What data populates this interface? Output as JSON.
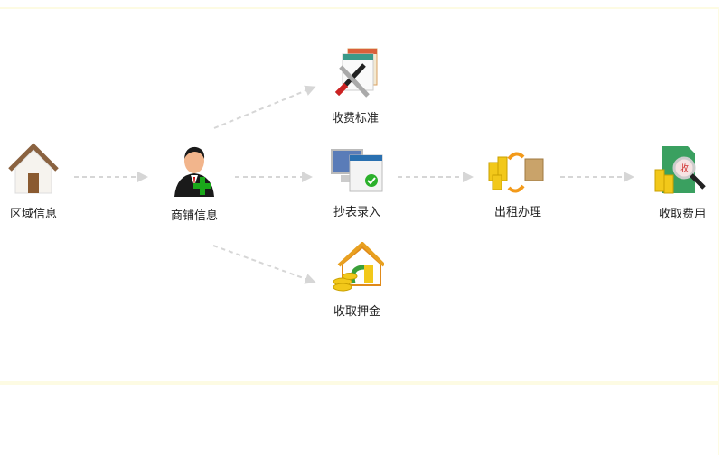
{
  "flow": {
    "nodes": [
      {
        "id": "area",
        "label": "区域信息",
        "icon": "house-icon"
      },
      {
        "id": "shop",
        "label": "商铺信息",
        "icon": "user-add-icon"
      },
      {
        "id": "fee-standard",
        "label": "收费标准",
        "icon": "tools-calendar-icon"
      },
      {
        "id": "meter",
        "label": "抄表录入",
        "icon": "monitor-table-icon"
      },
      {
        "id": "rent",
        "label": "出租办理",
        "icon": "coins-exchange-icon"
      },
      {
        "id": "collect-fee",
        "label": "收取费用",
        "icon": "receipt-search-icon"
      },
      {
        "id": "deposit",
        "label": "收取押金",
        "icon": "house-coins-icon"
      }
    ]
  },
  "colors": {
    "arrow": "#d6d6d6",
    "panel_border": "#fdfbe3",
    "text": "#222222"
  }
}
